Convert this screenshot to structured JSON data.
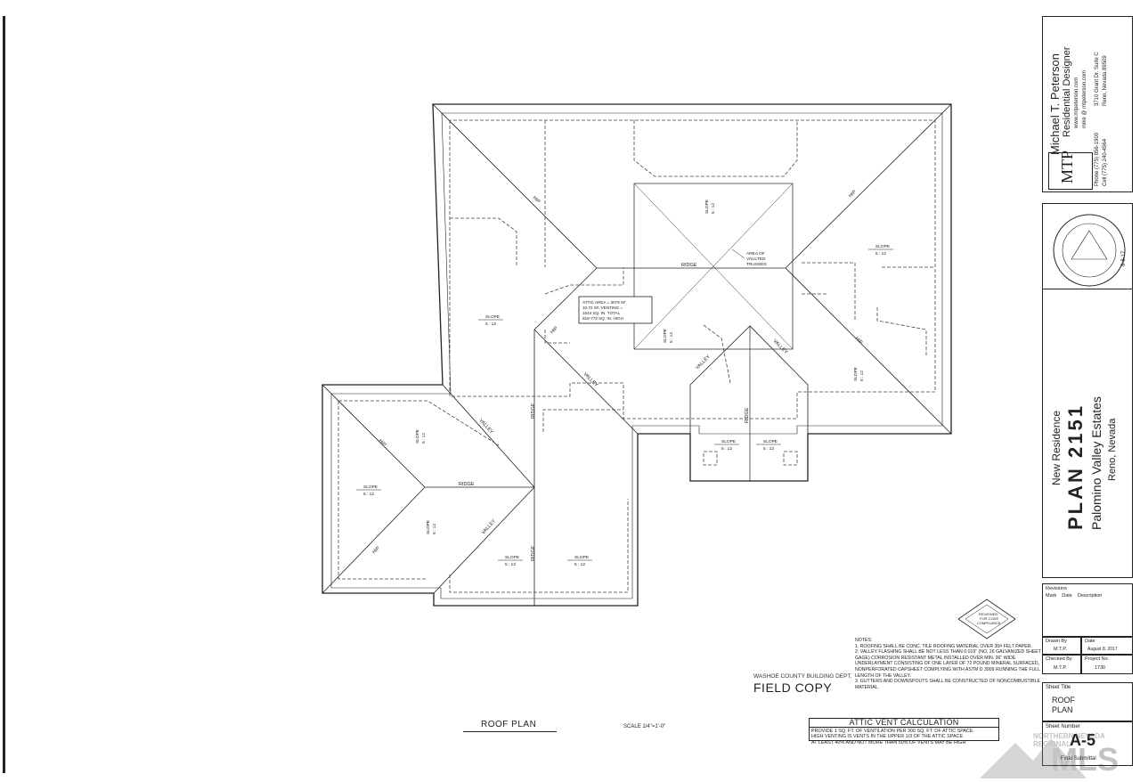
{
  "drawing": {
    "plan_title": "ROOF PLAN",
    "scale": "SCALE 1/4\"=1'-0\"",
    "labels": {
      "ridge": "RIDGE",
      "hip": "HIP",
      "valley": "VALLEY",
      "slope_label": "SLOPE",
      "slope_value": "5 : 12",
      "vaulted_1": "AREA OF",
      "vaulted_2": "VAULTED",
      "vaulted_3": "TRUSSES",
      "attic_1": "ATTIC AREA = 3079 SF",
      "attic_2": "10.72 SF. VENTING =",
      "attic_3": "1544 SQ. IN. TOTAL",
      "attic_4": "818-772 SQ. IN. HIGH"
    }
  },
  "notes": {
    "heading": "NOTES:",
    "items": [
      "1.  ROOFING SHALL BE CONC. TILE ROOFING  MATERIAL OVER 30# FELT PAPER.",
      "2.  VALLEY FLASHING SHALL BE NOT LESS THAN 0.019\" (NO. 26 GALVANIZED SHEET GAGE) CORROSION RESISTANT METAL INSTALLED OVER MIN. 36\" WIDE UNDERLAYMENT CONSISTING OF ONE LAYER OF 72 POUND MINERAL SURFACED, NONPERFORATED CAPSHEET COMPLYING WITH ASTM D 3909 RUNNING THE FULL LENGTH OF THE VALLEY.",
      "3.  GUTTERS AND DOWNSPOUTS SHALL BE CONSTRUCTED OF NONCOMBUSTIBLE MATERIAL."
    ]
  },
  "attic_vent": {
    "title": "ATTIC VENT CALCULATION",
    "lines": [
      "PROVIDE 1 SQ. FT. OF VENTILATION PER 300 SQ. FT. OF ATTIC SPACE.",
      "HIGH VENTING IS VENTS IN THE UPPER 1/3 OF THE ATTIC SPACE",
      "AT LEAST 40% AND NOT MORE THAN 50% OF VENTS MAY BE HIGH"
    ]
  },
  "stamps": {
    "county": "WASHOE COUNTY BUILDING DEPT.",
    "field_copy": "FIELD COPY",
    "reviewed_1": "REVIEWED",
    "reviewed_2": "FOR CODE",
    "reviewed_3": "COMPLIANCE"
  },
  "title_block": {
    "designer_name": "Michael T. Peterson",
    "designer_title": "Residential Designer",
    "web": "www.mtpeterson.com",
    "email": "mike @ mtpeterson.com",
    "address": "3710 Grant Dr. Suite C",
    "city": "Reno, Nevada 89509",
    "phone": "Phone (775) 856-1900",
    "cell": "Cell   (775) 240-4564",
    "logo": "MTP",
    "project_kind": "New  Residence",
    "plan_name": "PLAN 2151",
    "subdivision": "Palomino Valley Estates",
    "location": "Reno, Nevada",
    "revisions_label": "Revisions",
    "rev_cols": [
      "Mark",
      "Date",
      "Description"
    ],
    "drawn_by_label": "Drawn By",
    "drawn_by": "M.T.P.",
    "date_label": "Date",
    "date": "August 8, 2017",
    "checked_by_label": "Checked By",
    "checked_by": "M.T.P.",
    "project_no_label": "Project No.",
    "project_no": "1730",
    "sheet_title_label": "Sheet Title",
    "sheet_title_1": "ROOF",
    "sheet_title_2": "PLAN",
    "sheet_number_label": "Sheet Number",
    "sheet_number": "A-5",
    "submittal": "Final Submittal",
    "seal_date": "8-8-17"
  },
  "watermark": {
    "line1": "NORTHERN NEVADA REGIONAL",
    "line2": "MLS"
  },
  "colors": {
    "ink": "#222222",
    "dash": "#444444",
    "paper": "#ffffff"
  }
}
